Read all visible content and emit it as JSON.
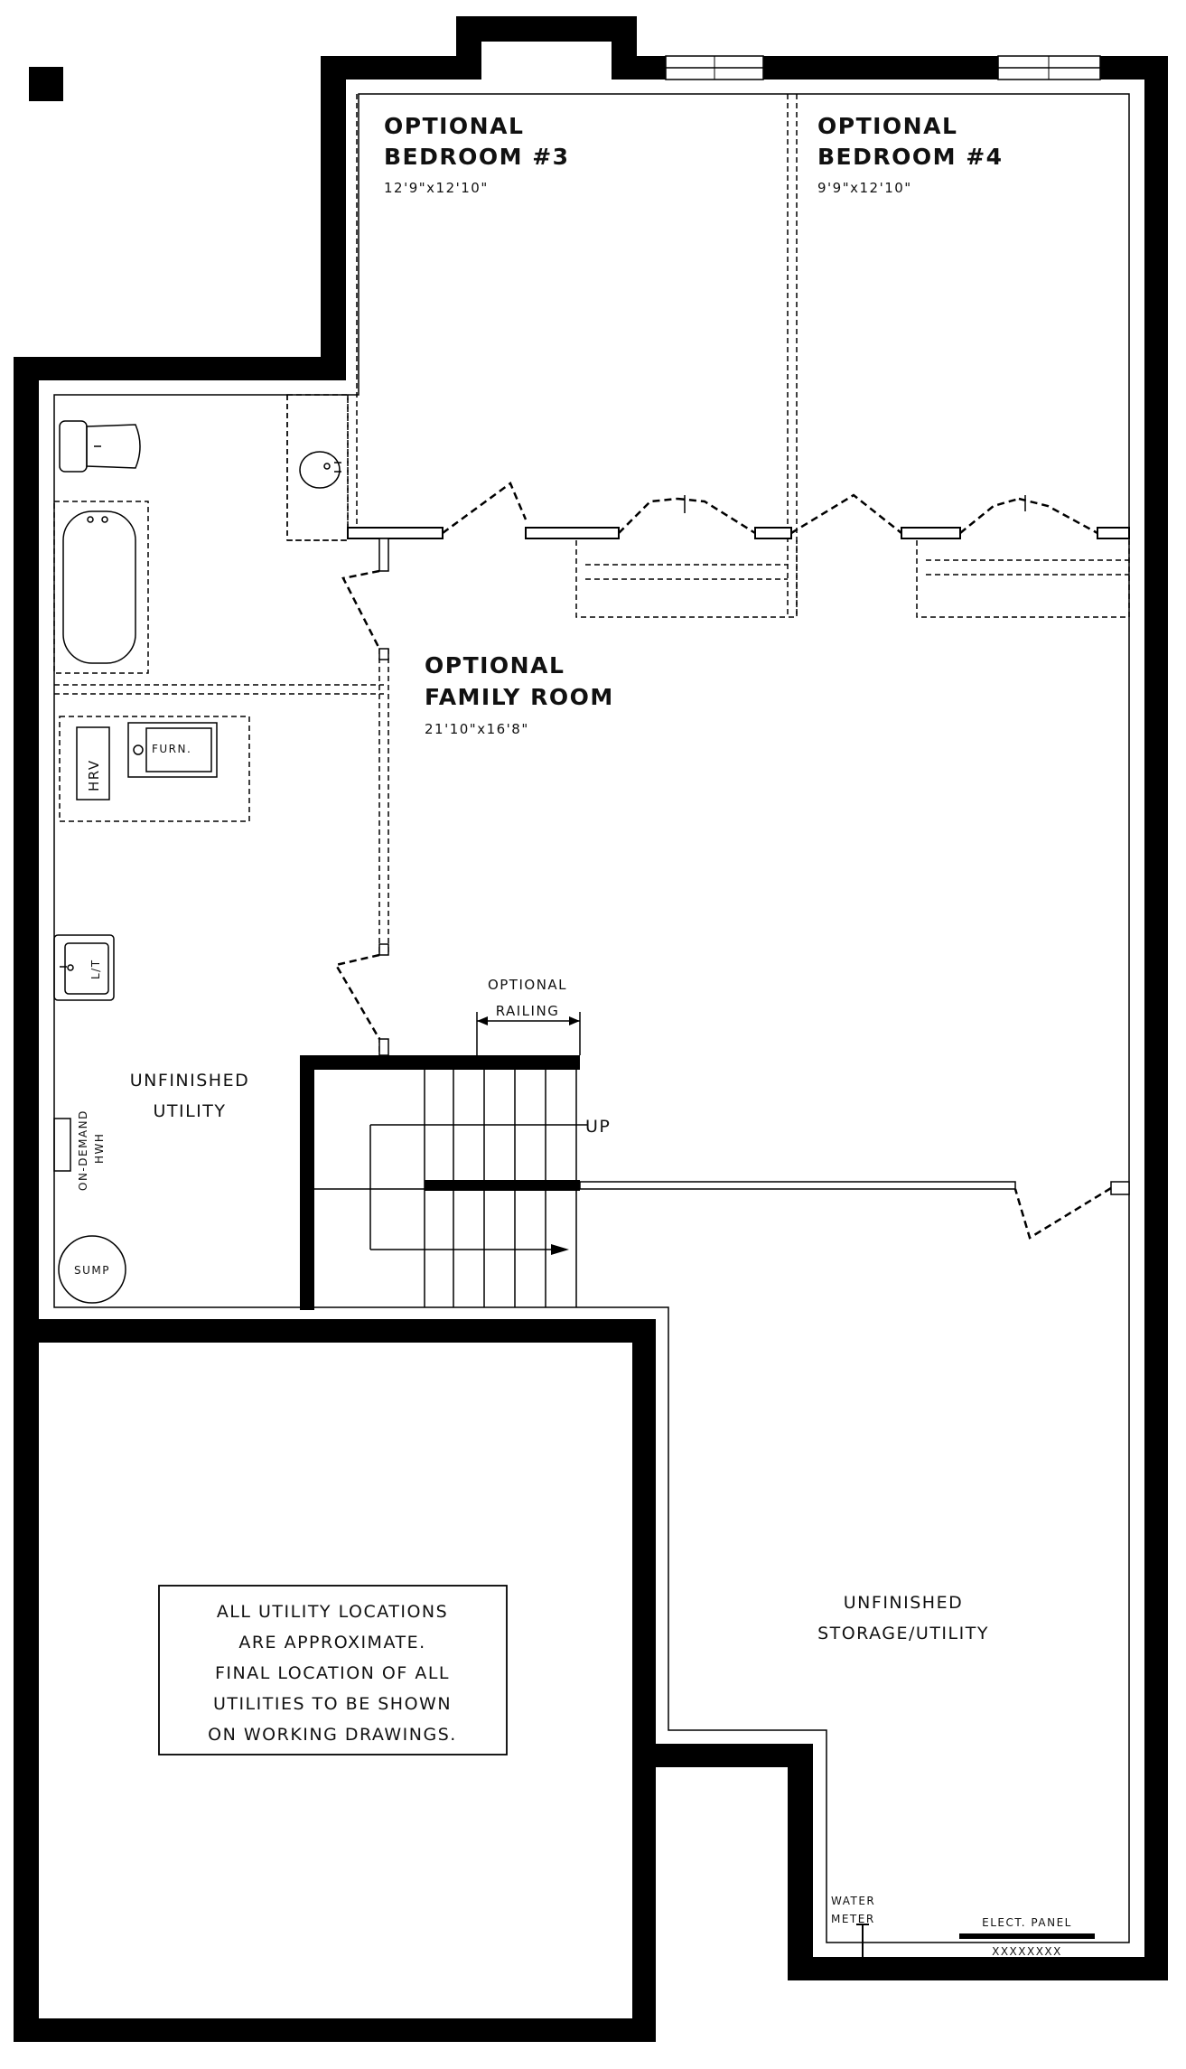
{
  "rooms": {
    "bedroom3": {
      "line1": "OPTIONAL",
      "line2": "BEDROOM #3",
      "dims": "12'9\"x12'10\""
    },
    "bedroom4": {
      "line1": "OPTIONAL",
      "line2": "BEDROOM #4",
      "dims": "9'9\"x12'10\""
    },
    "family": {
      "line1": "OPTIONAL",
      "line2": "FAMILY ROOM",
      "dims": "21'10\"x16'8\""
    },
    "utility": {
      "line1": "UNFINISHED",
      "line2": "UTILITY"
    },
    "storage": {
      "line1": "UNFINISHED",
      "line2": "STORAGE/UTILITY"
    }
  },
  "fixtures": {
    "furnace": "FURN.",
    "hrv": "HRV",
    "laundry_tub": "L/T",
    "sump": "SUMP",
    "water_heater_1": "ON-DEMAND",
    "water_heater_2": "HWH",
    "water_meter_1": "WATER",
    "water_meter_2": "METER",
    "elect_panel": "ELECT. PANEL",
    "elect_panel_mark": "XXXXXXXX"
  },
  "stairs": {
    "railing_1": "OPTIONAL",
    "railing_2": "RAILING",
    "direction": "UP"
  },
  "note": {
    "lines": [
      "ALL UTILITY LOCATIONS",
      "ARE APPROXIMATE.",
      "FINAL LOCATION OF ALL",
      "UTILITIES TO BE SHOWN",
      "ON WORKING DRAWINGS."
    ]
  },
  "colors": {
    "ink": "#000000",
    "paper": "#ffffff"
  }
}
